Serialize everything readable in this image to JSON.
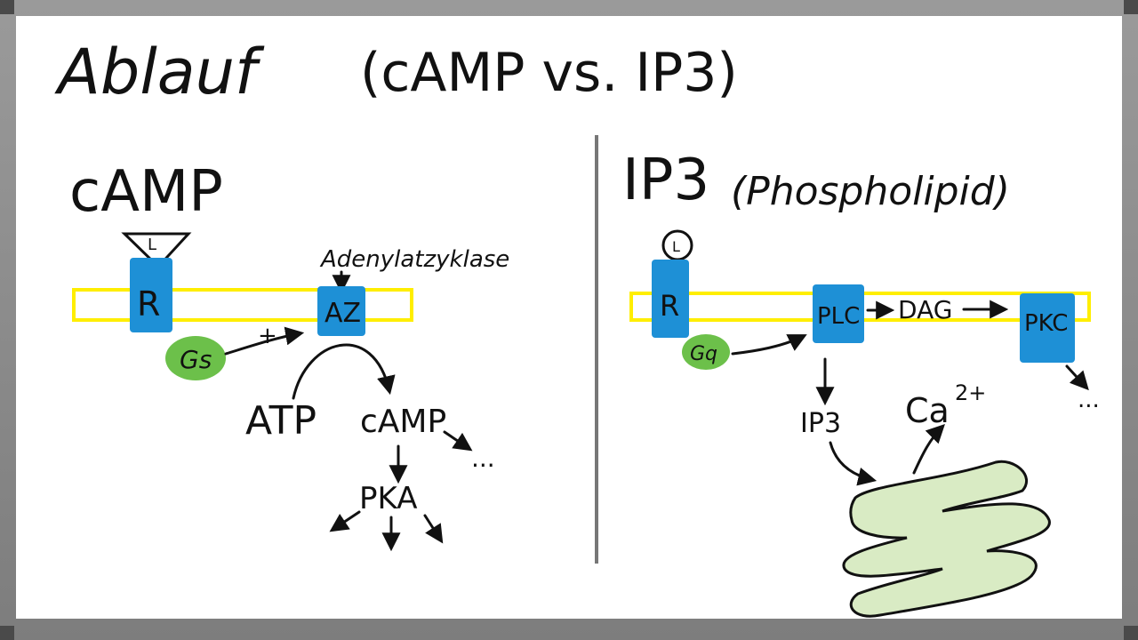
{
  "title": {
    "main": "Ablauf",
    "paren": "(cAMP vs. IP3)"
  },
  "left": {
    "heading": "cAMP",
    "ligand": "L",
    "receptor": "R",
    "g_protein": "Gs",
    "enzyme_label": "Adenylatzyklase",
    "enzyme": "AZ",
    "activation": "+",
    "substrate": "ATP",
    "product": "cAMP",
    "continuation": "...",
    "kinase": "PKA"
  },
  "right": {
    "heading": "IP3",
    "subheading": "(Phospholipid)",
    "ligand": "L",
    "receptor": "R",
    "g_protein": "Gq",
    "enzyme": "PLC",
    "dag": "DAG",
    "kinase": "PKC",
    "continuation": "...",
    "ip3": "IP3",
    "calcium": "Ca",
    "calcium_charge": "2+"
  },
  "colors": {
    "membrane": "#ffee00",
    "protein": "#1e90d6",
    "g_protein": "#6cc04a",
    "er": "#d9ebc4",
    "divider": "#777777"
  }
}
